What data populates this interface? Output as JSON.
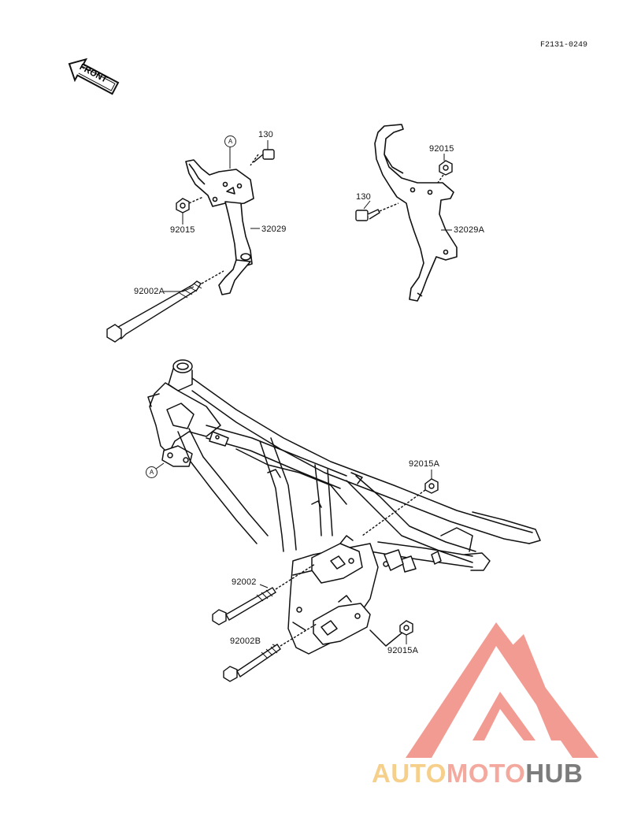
{
  "diagram": {
    "figure_ref": "F2131-0249",
    "front_arrow_label": "FRONT",
    "view_marker": "A",
    "parts": {
      "top_bolt_left": "130",
      "nut_left": "92015",
      "bracket_left": "32029",
      "long_bolt_top": "92002A",
      "nut_right": "92015",
      "bolt_right": "130",
      "bracket_right": "32029A",
      "frame_nut_upper": "92015A",
      "frame_bolt_mid": "92002",
      "frame_bolt_lower": "92002B",
      "frame_nut_lower": "92015A"
    }
  },
  "watermark": {
    "part1": "AUTO",
    "part2": "MOTO",
    "part3": "HUB",
    "color_auto": "#f6cf8a",
    "color_moto": "#f4a99f",
    "color_hub": "#7c7c7c",
    "logo_color": "#f08a80"
  }
}
